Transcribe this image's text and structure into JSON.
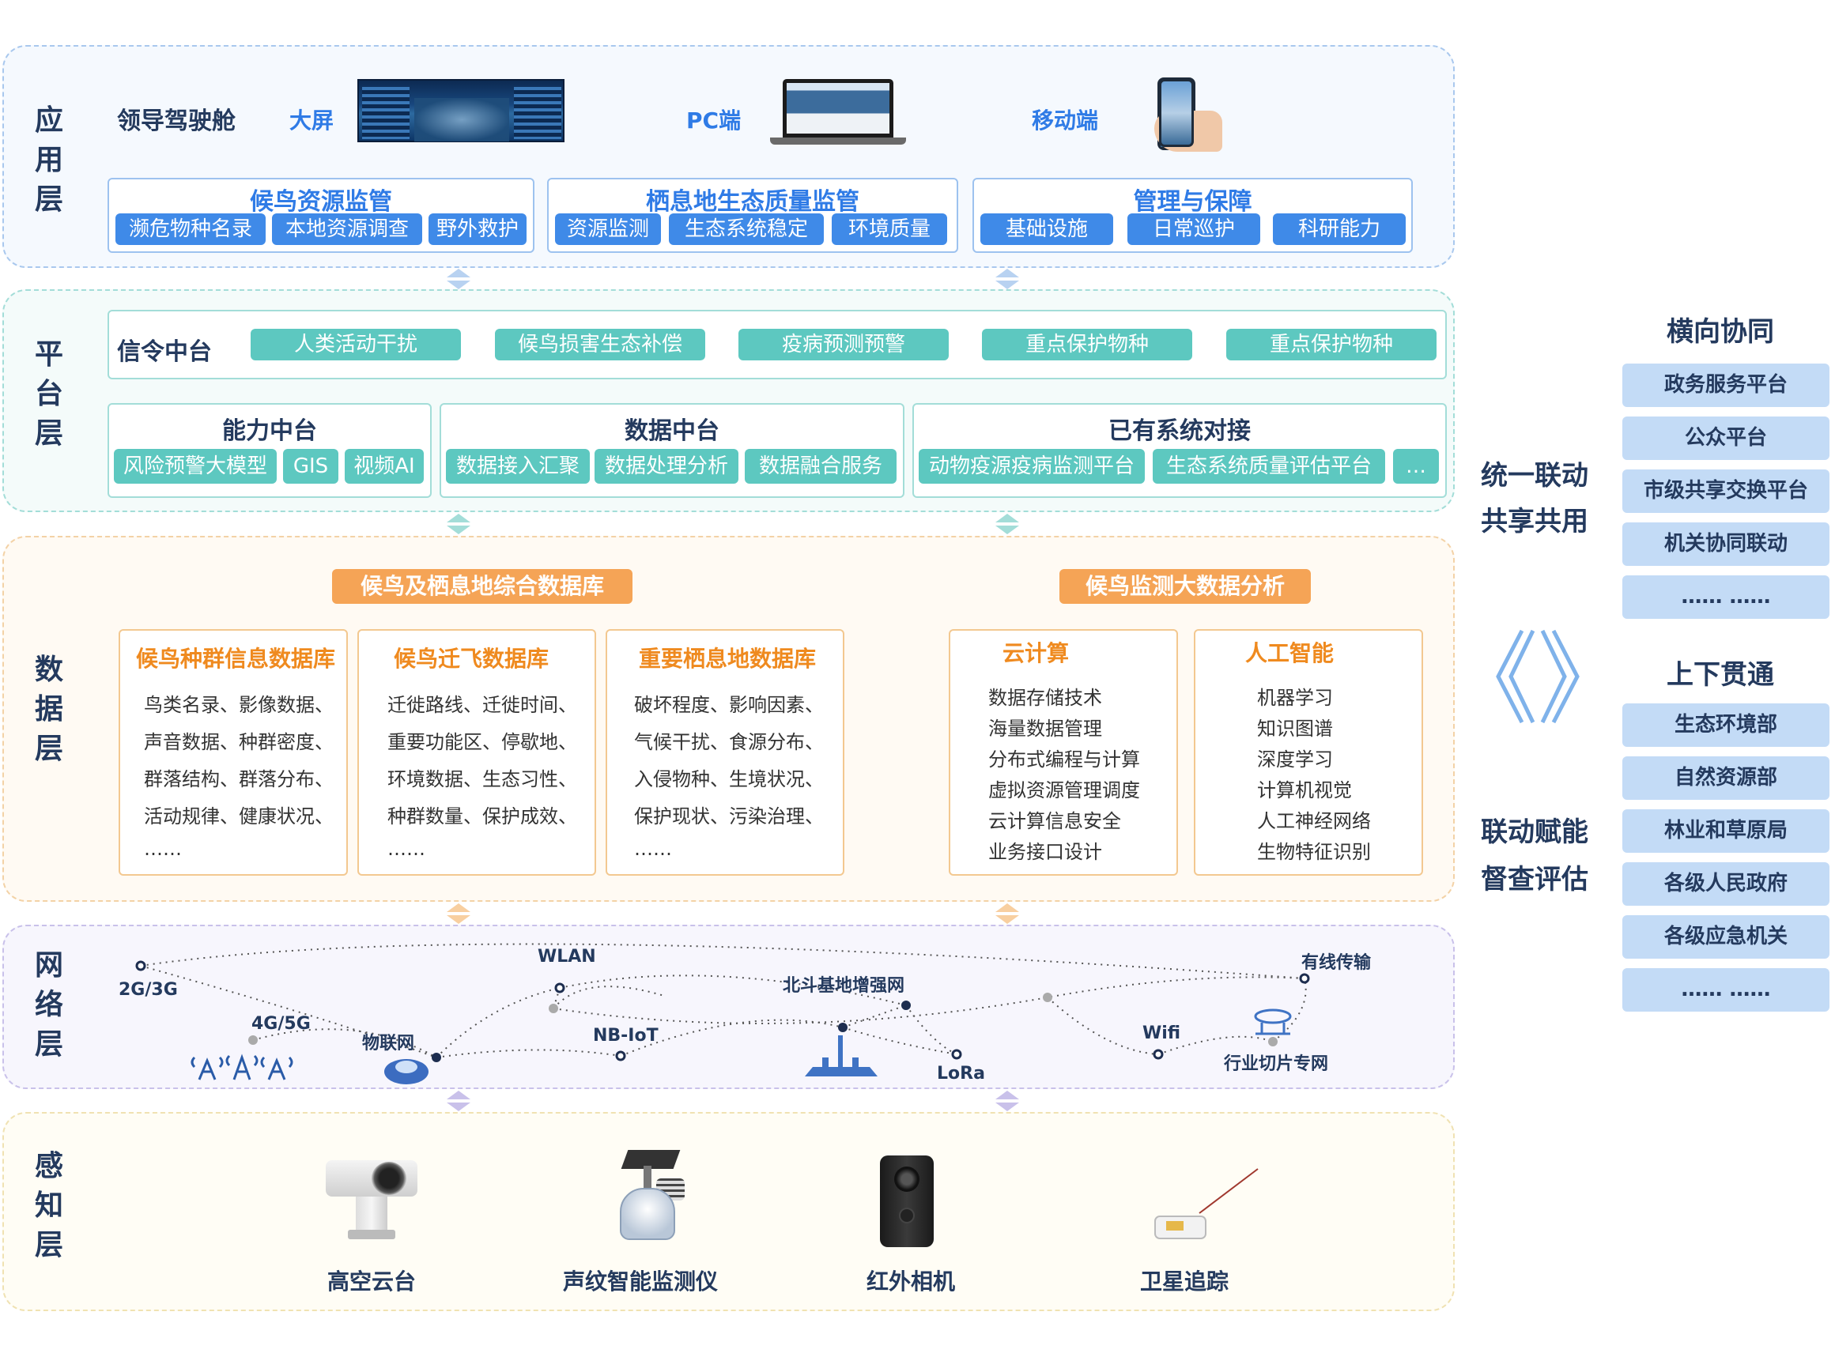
{
  "layers": {
    "app": "应\n用\n层",
    "platform": "平\n台\n层",
    "data": "数\n据\n层",
    "network": "网\n络\n层",
    "sense": "感\n知\n层"
  },
  "app": {
    "cockpit": "领导驾驶舱",
    "screen": "大屏",
    "pc": "PC端",
    "mobile": "移动端",
    "groups": [
      {
        "title": "候鸟资源监管",
        "items": [
          "濒危物种名录",
          "本地资源调查",
          "野外救护"
        ]
      },
      {
        "title": "栖息地生态质量监管",
        "items": [
          "资源监测",
          "生态系统稳定",
          "环境质量"
        ]
      },
      {
        "title": "管理与保障",
        "items": [
          "基础设施",
          "日常巡护",
          "科研能力"
        ]
      }
    ]
  },
  "platform": {
    "signal": {
      "title": "信令中台",
      "items": [
        "人类活动干扰",
        "候鸟损害生态补偿",
        "疫病预测预警",
        "重点保护物种",
        "重点保护物种"
      ]
    },
    "ability": {
      "title": "能力中台",
      "items": [
        "风险预警大模型",
        "GIS",
        "视频AI"
      ]
    },
    "datamid": {
      "title": "数据中台",
      "items": [
        "数据接入汇聚",
        "数据处理分析",
        "数据融合服务"
      ]
    },
    "existing": {
      "title": "已有系统对接",
      "items": [
        "动物疫源疫病监测平台",
        "生态系统质量评估平台",
        "…"
      ]
    }
  },
  "datalayer": {
    "db_title": "候鸟及栖息地综合数据库",
    "bigdata_title": "候鸟监测大数据分析",
    "dbs": [
      {
        "title": "候鸟种群信息数据库",
        "lines": [
          "鸟类名录、影像数据、",
          "声音数据、种群密度、",
          "群落结构、群落分布、",
          "活动规律、健康状况、",
          "……"
        ]
      },
      {
        "title": "候鸟迁飞数据库",
        "lines": [
          "迁徙路线、迁徙时间、",
          "重要功能区、停歇地、",
          "环境数据、生态习性、",
          "种群数量、保护成效、",
          "……"
        ]
      },
      {
        "title": "重要栖息地数据库",
        "lines": [
          "破坏程度、影响因素、",
          "气候干扰、食源分布、",
          "入侵物种、生境状况、",
          "保护现状、污染治理、",
          "……"
        ]
      }
    ],
    "cloud": {
      "title": "云计算",
      "lines": [
        "数据存储技术",
        "海量数据管理",
        "分布式编程与计算",
        "虚拟资源管理调度",
        "云计算信息安全",
        "业务接口设计"
      ]
    },
    "ai": {
      "title": "人工智能",
      "lines": [
        "机器学习",
        "知识图谱",
        "深度学习",
        "计算机视觉",
        "人工神经网络",
        "生物特征识别"
      ]
    }
  },
  "network": {
    "labels": {
      "g23": "2G/3G",
      "g45": "4G/5G",
      "iot": "物联网",
      "wlan": "WLAN",
      "nbiot": "NB-IoT",
      "beidou": "北斗基地增强网",
      "lora": "LoRa",
      "wifi": "Wifi",
      "wired": "有线传输",
      "slice": "行业切片专网"
    }
  },
  "sense": {
    "devices": [
      "高空云台",
      "声纹智能监测仪",
      "红外相机",
      "卫星追踪"
    ]
  },
  "right": {
    "mid1": "统一联动",
    "mid2": "共享共用",
    "mid3": "联动赋能",
    "mid4": "督查评估",
    "h_title": "横向协同",
    "h_items": [
      "政务服务平台",
      "公众平台",
      "市级共享交换平台",
      "机关协同联动",
      "…… ……"
    ],
    "v_title": "上下贯通",
    "v_items": [
      "生态环境部",
      "自然资源部",
      "林业和草原局",
      "各级人民政府",
      "各级应急机关",
      "…… ……"
    ]
  },
  "colors": {
    "blue": "#2f7be6",
    "teal": "#5dc8c0",
    "orange": "#f5a456",
    "navy": "#243a5e",
    "lightblue": "#c3dbf6"
  }
}
